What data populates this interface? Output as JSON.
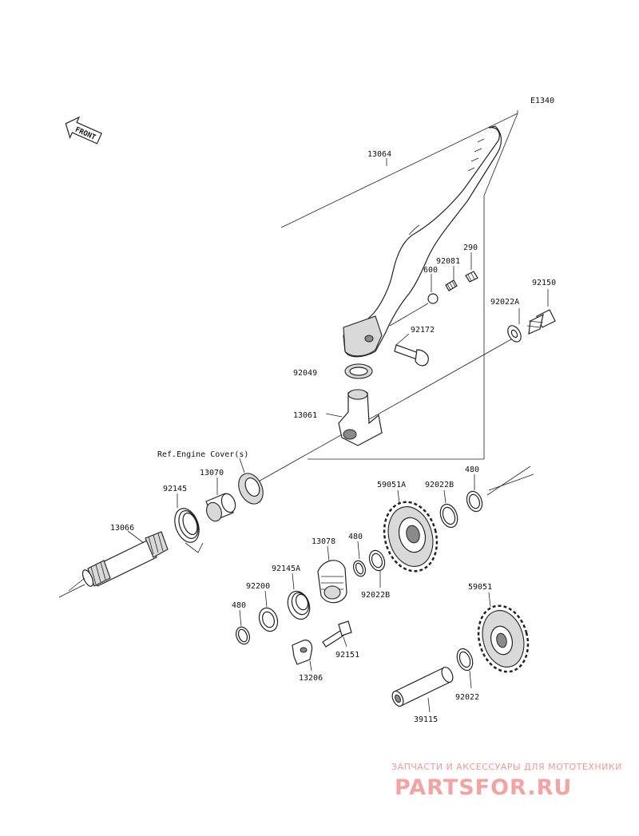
{
  "diagram_code": "E1340",
  "front_arrow_label": "FRONT",
  "ref_note": "Ref.Engine Cover(s)",
  "parts": {
    "p13064": "13064",
    "p290": "290",
    "p92081": "92081",
    "p600": "600",
    "p92150": "92150",
    "p92022A": "92022A",
    "p92172": "92172",
    "p92049": "92049",
    "p13061": "13061",
    "p13070": "13070",
    "p92145": "92145",
    "p13066": "13066",
    "p480a": "480",
    "p59051A": "59051A",
    "p92022B_a": "92022B",
    "p13078": "13078",
    "p480b": "480",
    "p92145A": "92145A",
    "p92022B_b": "92022B",
    "p92200": "92200",
    "p480c": "480",
    "p59051": "59051",
    "p92151": "92151",
    "p13206": "13206",
    "p92022": "92022",
    "p39115": "39115"
  },
  "watermark": {
    "line1": "ЗАПЧАСТИ И АКСЕССУАРЫ ДЛЯ МОТОТЕХНИКИ",
    "line2": "PARTSFOR.RU"
  }
}
